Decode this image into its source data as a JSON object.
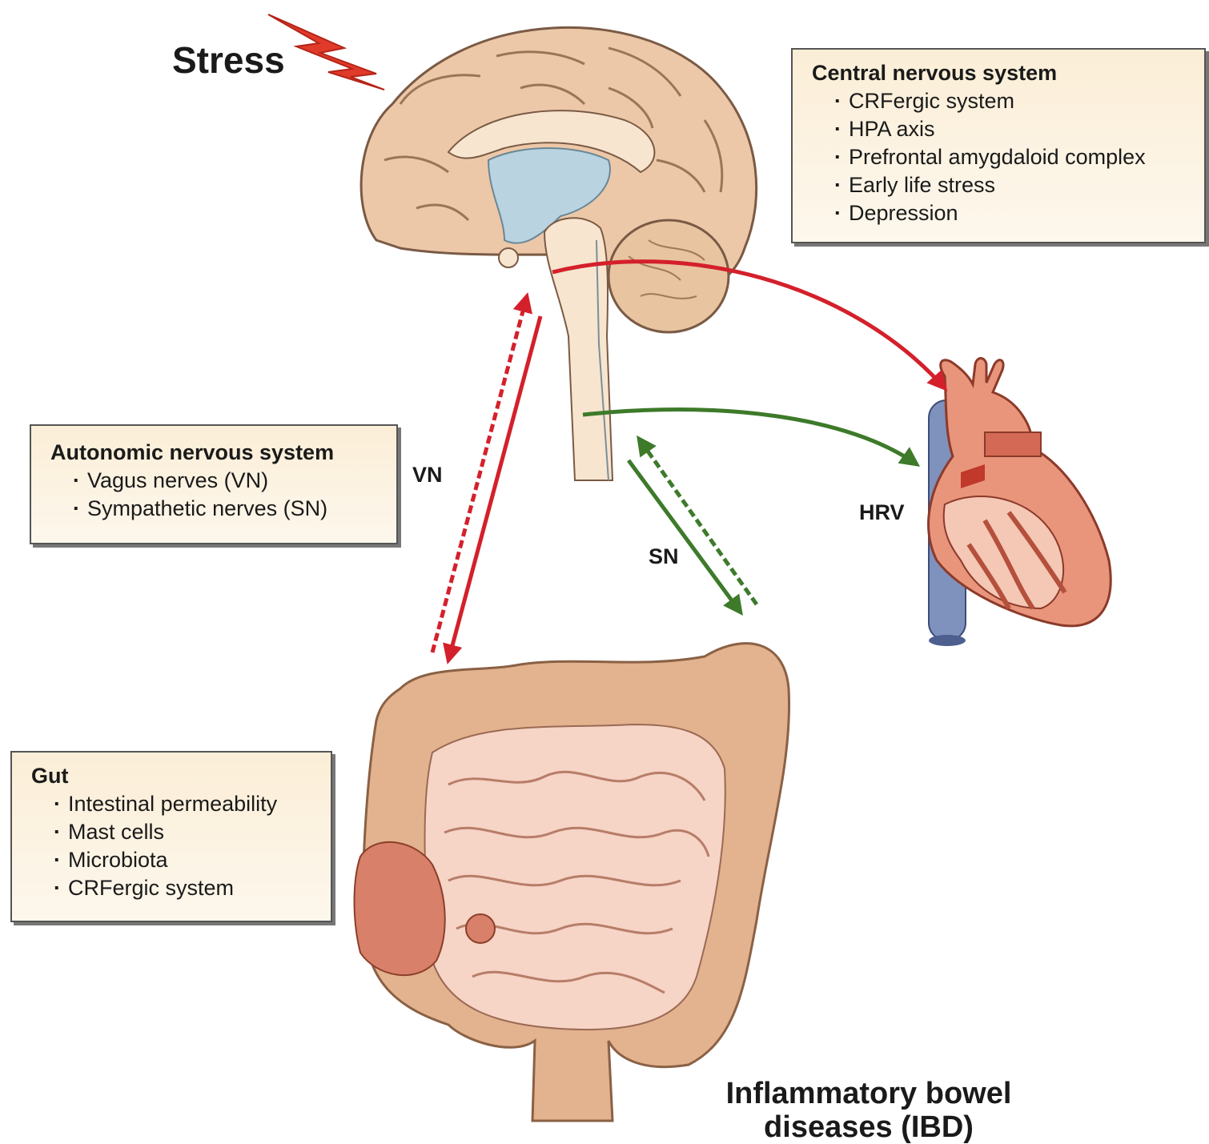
{
  "stress_label": "Stress",
  "cns": {
    "title": "Central nervous system",
    "items": [
      "CRFergic system",
      "HPA axis",
      "Prefrontal amygdaloid complex",
      "Early life stress",
      "Depression"
    ]
  },
  "ans": {
    "title": "Autonomic nervous system",
    "items": [
      "Vagus nerves (VN)",
      "Sympathetic nerves (SN)"
    ]
  },
  "gut": {
    "title": "Gut",
    "items": [
      "Intestinal permeability",
      "Mast cells",
      "Microbiota",
      "CRFergic system"
    ]
  },
  "labels": {
    "vn": "VN",
    "sn": "SN",
    "hrv": "HRV"
  },
  "ibd_title": [
    "Inflammatory bowel",
    "diseases (IBD)"
  ],
  "colors": {
    "vagus": "#d4202b",
    "sympathetic": "#3d7a2a",
    "box_fill": "#fbeed7",
    "lightning": "#e03a2a"
  },
  "icons": [
    "lightning-icon",
    "brain-illustration",
    "heart-illustration",
    "intestine-illustration"
  ]
}
